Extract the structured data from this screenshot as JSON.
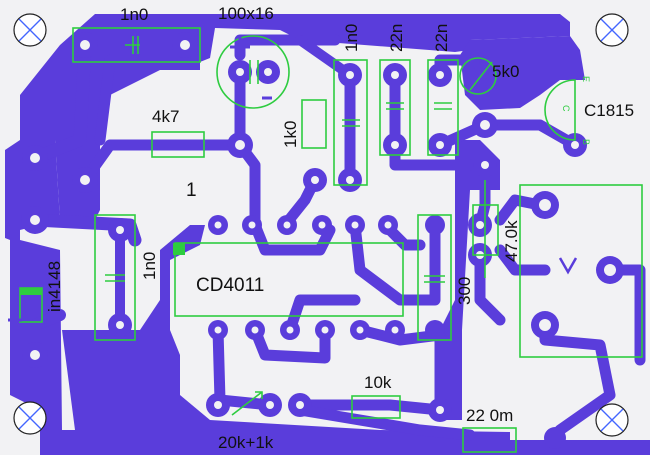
{
  "colors": {
    "background": "#f2f2f4",
    "copper": "#5a3ddb",
    "silkscreen": "#2ecc40",
    "text": "#111111",
    "mount_hole": "#d8d8e0"
  },
  "labels": {
    "c_top_left": "1n0",
    "c_electrolytic": "100x16",
    "c_1n0_mid": "1n0",
    "c_22n_a": "22n",
    "c_22n_b": "22n",
    "pot_5k0": "5k0",
    "transistor": "C1815",
    "pin_e": "E",
    "pin_c": "C",
    "pin_b": "B",
    "r_4k7": "4k7",
    "r_1k0": "1k0",
    "r_47k": "47.0k",
    "diode": "in4148",
    "c_1n0_left": "1n0",
    "ic": "CD4011",
    "c_300": "300",
    "pin1": "1",
    "r_10k": "10k",
    "pot_20k": "20k+1k",
    "r_22": "22 0m"
  }
}
